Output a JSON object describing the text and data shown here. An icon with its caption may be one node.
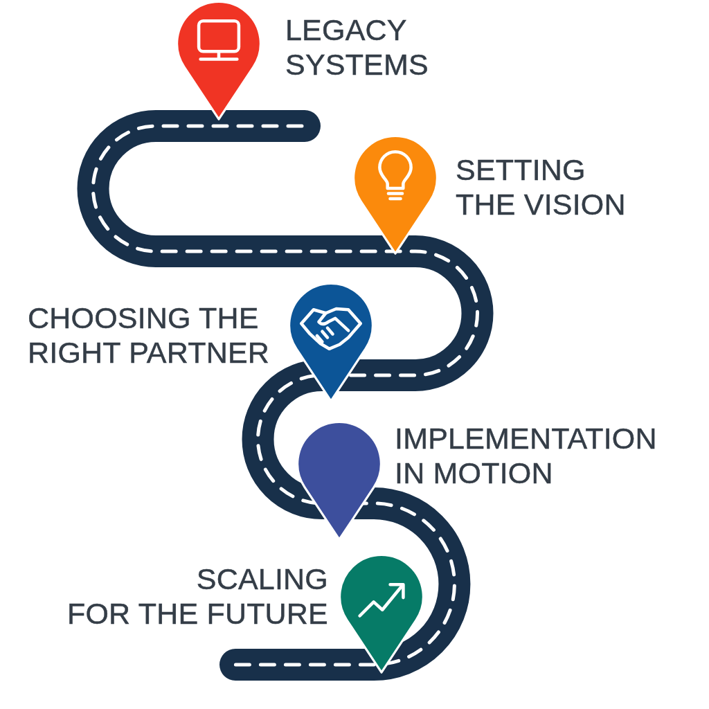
{
  "diagram": {
    "labels": [
      "LEGACY SYSTEMS",
      "SETTING THE VISION",
      "CHOOSING THE RIGHT PARTNER",
      "IMPLEMENTATION IN MOTION",
      "SCALING FOR THE FUTURE"
    ]
  }
}
